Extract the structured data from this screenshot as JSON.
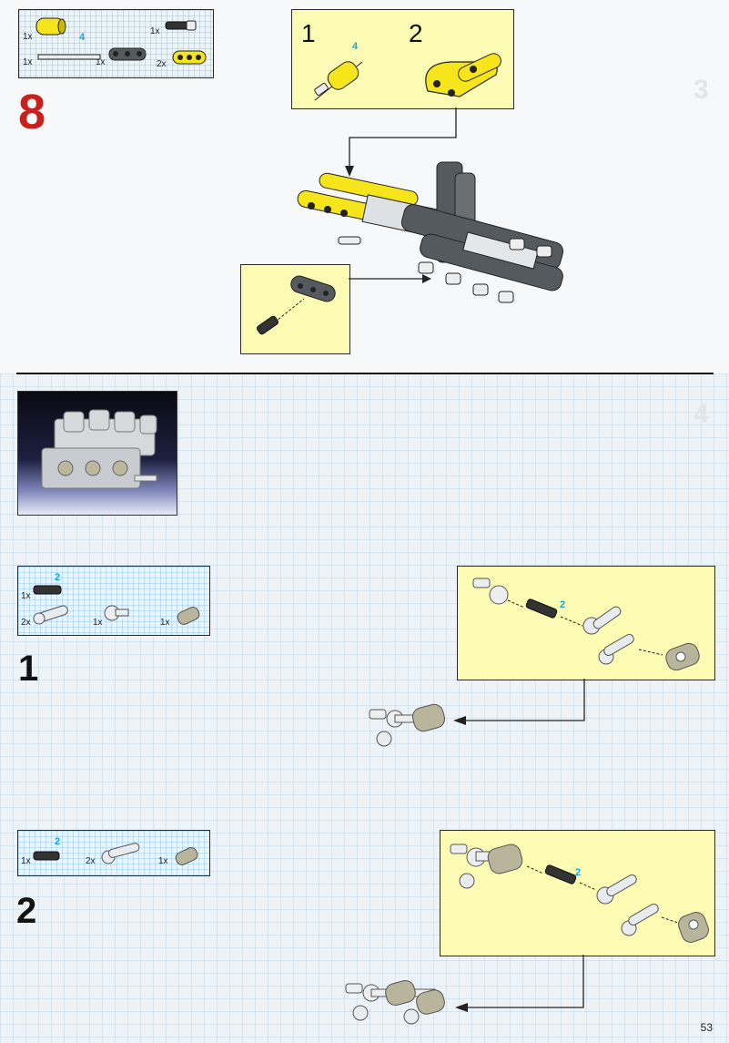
{
  "step8": {
    "number": "8",
    "parts": [
      {
        "qty": "1x",
        "count": ""
      },
      {
        "qty": "1x",
        "count": ""
      },
      {
        "qty": "1x",
        "count": "4"
      },
      {
        "qty": "1x",
        "count": ""
      },
      {
        "qty": "2x",
        "count": ""
      }
    ],
    "length_label": "4",
    "sub_steps": [
      "1",
      "2"
    ],
    "sub_count": "4"
  },
  "section2": {
    "step1": {
      "number": "1",
      "parts": [
        {
          "qty": "1x",
          "count": "2"
        },
        {
          "qty": "2x",
          "count": ""
        },
        {
          "qty": "1x",
          "count": ""
        },
        {
          "qty": "1x",
          "count": ""
        }
      ],
      "callout_count": "2"
    },
    "step2": {
      "number": "2",
      "parts": [
        {
          "qty": "1x",
          "count": "2"
        },
        {
          "qty": "2x",
          "count": ""
        },
        {
          "qty": "1x",
          "count": ""
        }
      ],
      "callout_count": "2"
    }
  },
  "page_number": "53",
  "colors": {
    "yellow_panel": "#fbfbb3",
    "brick_yellow": "#f5e51a",
    "step_red": "#c8201a",
    "dark_gray": "#555a5e",
    "tan": "#b9b49c",
    "count_cyan": "#1aa3dd"
  }
}
